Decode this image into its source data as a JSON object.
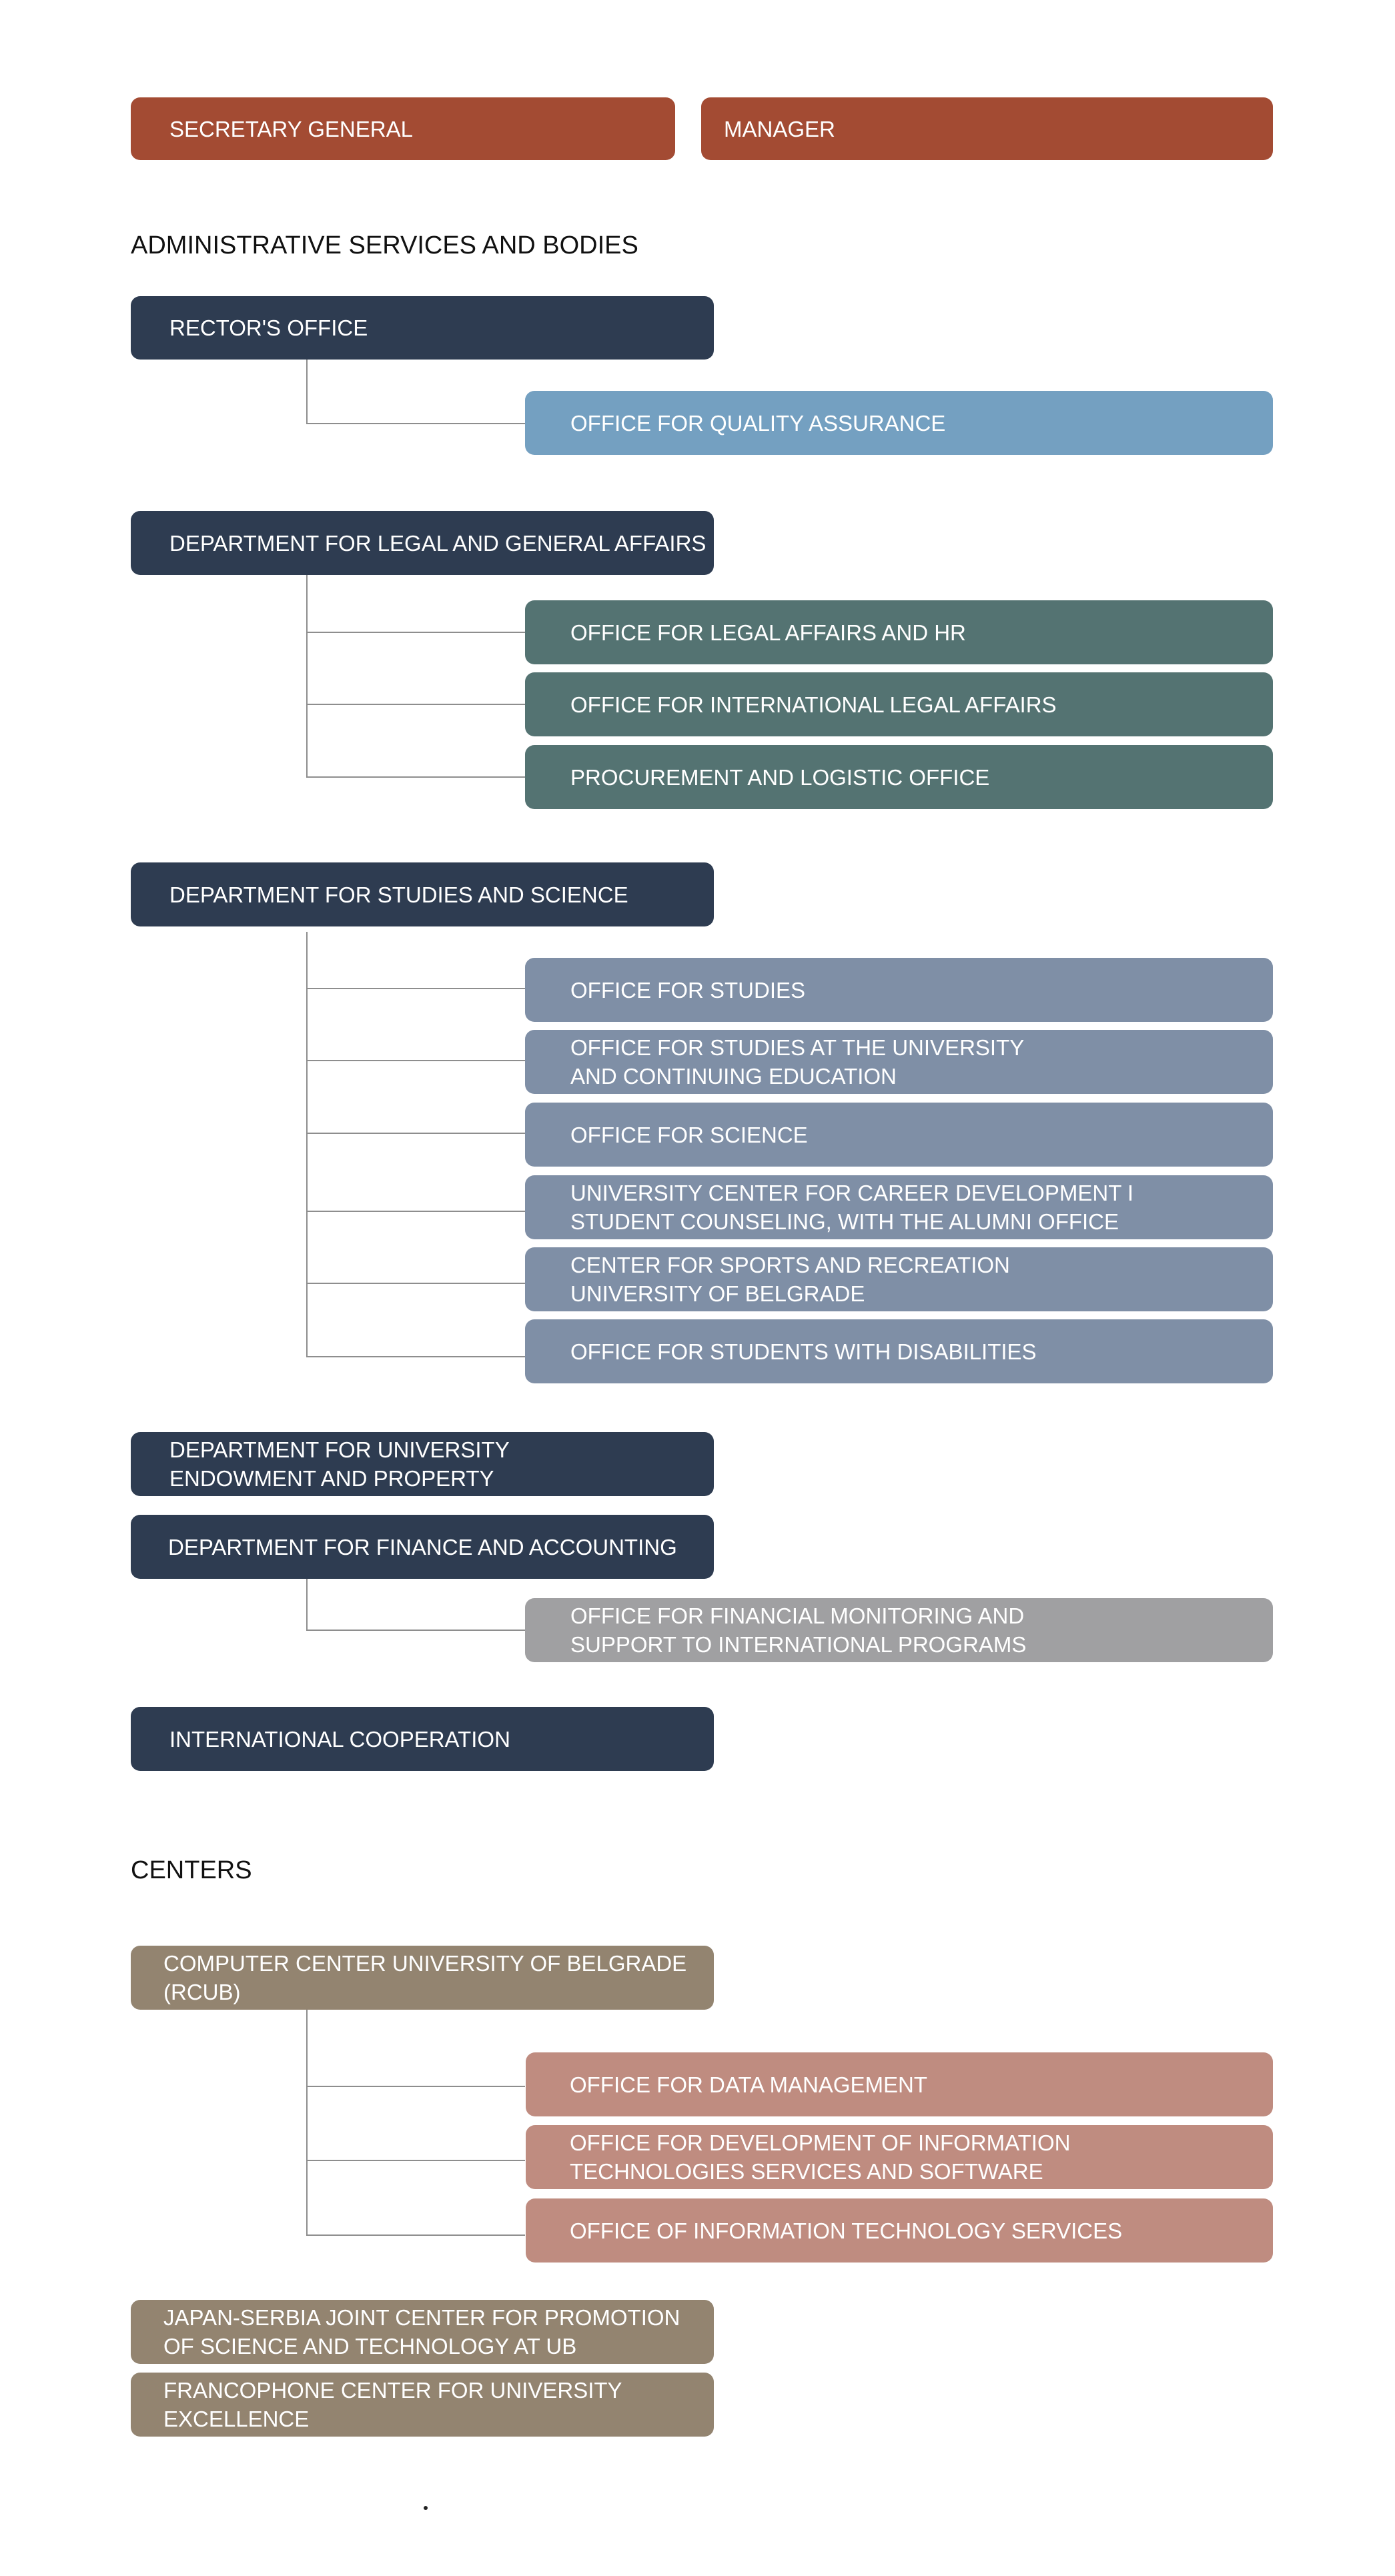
{
  "colors": {
    "top": "#a34b33",
    "department": "#2e3c51",
    "quality": "#74a0c1",
    "legal_office": "#547372",
    "studies_office": "#7f8fa6",
    "finance_office": "#a0a0a2",
    "center": "#938470",
    "it_office": "#bf8c80",
    "connector": "#8e8e8e"
  },
  "top": {
    "secretary": "SECRETARY GENERAL",
    "manager": "MANAGER"
  },
  "headings": {
    "admin": "ADMINISTRATIVE SERVICES AND BODIES",
    "centers": "CENTERS"
  },
  "admin": {
    "rectors_office": {
      "label": "RECTOR'S OFFICE",
      "children": [
        "OFFICE FOR QUALITY ASSURANCE"
      ]
    },
    "legal_dept": {
      "label": "DEPARTMENT FOR LEGAL AND GENERAL AFFAIRS",
      "children": [
        "OFFICE FOR LEGAL AFFAIRS AND HR",
        "OFFICE FOR INTERNATIONAL LEGAL AFFAIRS",
        "PROCUREMENT  AND LOGISTIC OFFICE"
      ]
    },
    "studies_dept": {
      "label": "DEPARTMENT FOR STUDIES AND SCIENCE",
      "children": [
        "OFFICE FOR STUDIES",
        "OFFICE FOR STUDIES AT THE UNIVERSITY\nAND CONTINUING EDUCATION",
        "OFFICE FOR SCIENCE",
        "UNIVERSITY CENTER FOR CAREER DEVELOPMENT I\nSTUDENT COUNSELING, WITH THE ALUMNI OFFICE",
        "CENTER FOR SPORTS AND RECREATION\nUNIVERSITY OF BELGRADE",
        "OFFICE FOR STUDENTS WITH DISABILITIES"
      ]
    },
    "endowment_dept": {
      "label": "DEPARTMENT FOR UNIVERSITY\nENDOWMENT AND PROPERTY"
    },
    "finance_dept": {
      "label": "DEPARTMENT FOR FINANCE AND ACCOUNTING",
      "children": [
        "OFFICE FOR FINANCIAL MONITORING AND\nSUPPORT TO INTERNATIONAL PROGRAMS"
      ]
    },
    "international": {
      "label": "INTERNATIONAL COOPERATION"
    }
  },
  "centers": {
    "rcub": {
      "label": "COMPUTER CENTER UNIVERSITY OF BELGRADE (RCUB)",
      "children": [
        "OFFICE FOR DATA MANAGEMENT",
        "OFFICE FOR DEVELOPMENT OF INFORMATION\nTECHNOLOGIES SERVICES AND SOFTWARE",
        "OFFICE  OF INFORMATION TECHNOLOGY SERVICES"
      ]
    },
    "japan": {
      "label": "JAPAN-SERBIA JOINT CENTER FOR PROMOTION\n OF SCIENCE AND TECHNOLOGY AT UB"
    },
    "francophone": {
      "label": "FRANCOPHONE CENTER FOR  UNIVERSITY\nEXCELLENCE"
    }
  }
}
